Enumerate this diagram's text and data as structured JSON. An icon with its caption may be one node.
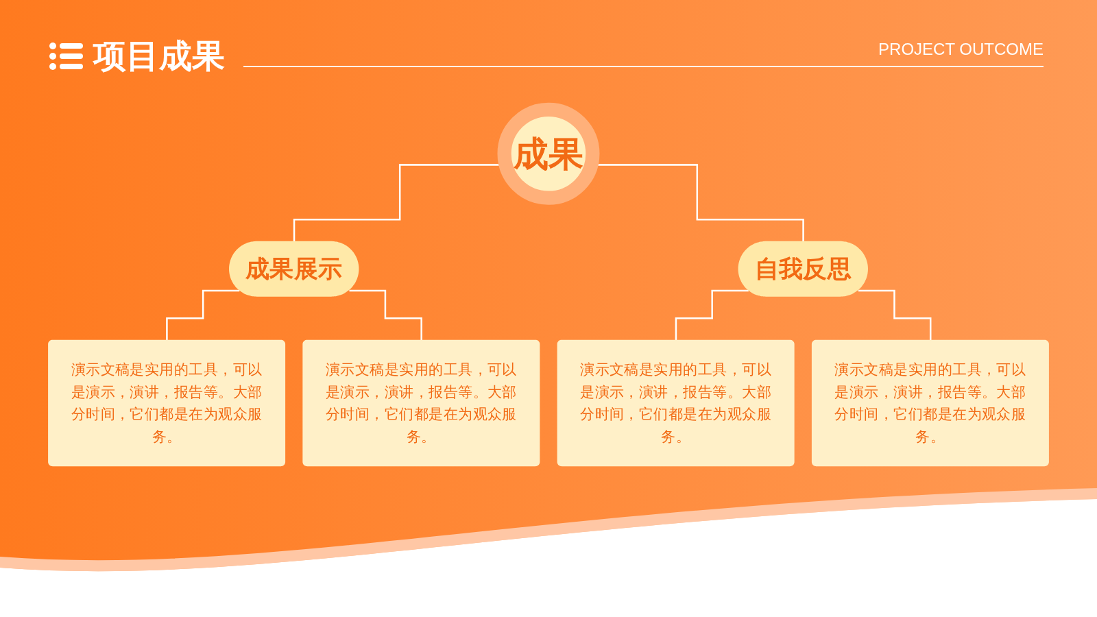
{
  "diagram": {
    "title": "项目成果",
    "nodes": [
      {
        "text": [
          "成果"
        ]
      },
      {
        "text": [
          "成果展示"
        ]
      },
      {
        "text": [
          "自我反思"
        ]
      },
      {
        "text": [
          "演示文稿是实用的工具，可以是演示，演讲，报告等。大部分时间，它们都是在为观众服务。"
        ]
      },
      {
        "text": [
          "演示文稿是实用的工具，可以是演示，演讲，报告等。大部分时间，它们都是在为观众服务。"
        ]
      },
      {
        "text": [
          "演示文稿是实用的工具，可以是演示，演讲，报告等。大部分时间，它们都是在为观众服务。"
        ]
      },
      {
        "text": [
          "演示文稿是实用的工具，可以是演示，演讲，报告等。大部分时间，它们都是在为观众服务。"
        ]
      }
    ],
    "edges": [
      {
        "from": 0,
        "to": 1,
        "arrow": "none"
      },
      {
        "from": 0,
        "to": 2,
        "arrow": "none"
      },
      {
        "from": 1,
        "to": 3,
        "arrow": "none"
      },
      {
        "from": 1,
        "to": 4,
        "arrow": "none"
      },
      {
        "from": 2,
        "to": 5,
        "arrow": "none"
      },
      {
        "from": 2,
        "to": 6,
        "arrow": "none"
      }
    ],
    "labels": [
      "PROJECT OUTCOME"
    ]
  }
}
